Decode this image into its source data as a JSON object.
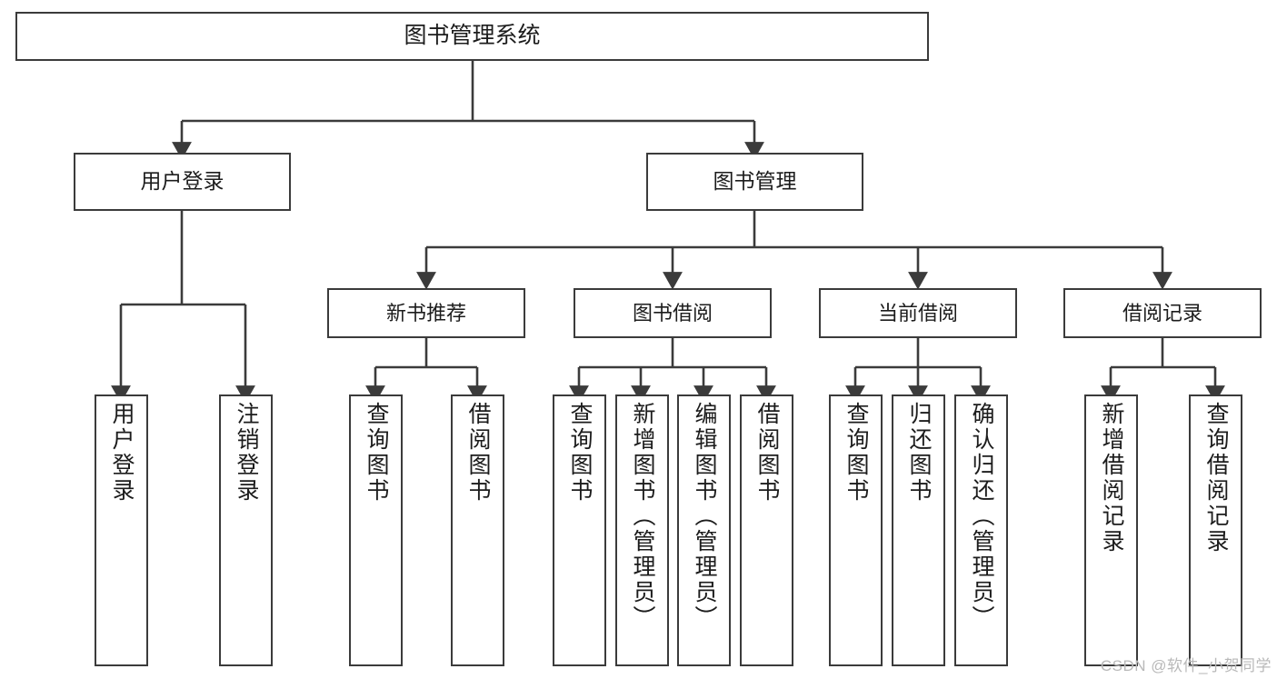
{
  "diagram": {
    "type": "tree-hierarchy-functional-structure",
    "title": "图书管理系统",
    "watermark": "CSDN @软件_小贺同学",
    "colors": {
      "stroke": "#3b3b3b",
      "background": "#ffffff",
      "text": "#1c1c1c",
      "watermark": "#b9b9b9"
    },
    "nodes": {
      "root": {
        "label": "图书管理系统"
      },
      "level2": [
        {
          "id": "user-login",
          "label": "用户登录"
        },
        {
          "id": "book-management",
          "label": "图书管理"
        }
      ],
      "level3": [
        {
          "id": "new-book-recommend",
          "label": "新书推荐"
        },
        {
          "id": "book-borrow",
          "label": "图书借阅"
        },
        {
          "id": "current-borrow",
          "label": "当前借阅"
        },
        {
          "id": "borrow-record",
          "label": "借阅记录"
        }
      ],
      "leaves": {
        "user_login": [
          {
            "id": "leaf-user-login",
            "label": "用户登录"
          },
          {
            "id": "leaf-logout-login",
            "label": "注销登录"
          }
        ],
        "new_book_recommend": [
          {
            "id": "leaf-query-book-1",
            "label": "查询图书"
          },
          {
            "id": "leaf-borrow-book-1",
            "label": "借阅图书"
          }
        ],
        "book_borrow": [
          {
            "id": "leaf-query-book-2",
            "label": "查询图书"
          },
          {
            "id": "leaf-add-book-admin",
            "label": "新增图书（管理员）"
          },
          {
            "id": "leaf-edit-book-admin",
            "label": "编辑图书（管理员）"
          },
          {
            "id": "leaf-borrow-book-2",
            "label": "借阅图书"
          }
        ],
        "current_borrow": [
          {
            "id": "leaf-query-book-3",
            "label": "查询图书"
          },
          {
            "id": "leaf-return-book",
            "label": "归还图书"
          },
          {
            "id": "leaf-confirm-return-admin",
            "label": "确认归还（管理员）"
          }
        ],
        "borrow_record": [
          {
            "id": "leaf-add-borrow-record",
            "label": "新增借阅记录"
          },
          {
            "id": "leaf-query-borrow-record",
            "label": "查询借阅记录"
          }
        ]
      }
    }
  }
}
